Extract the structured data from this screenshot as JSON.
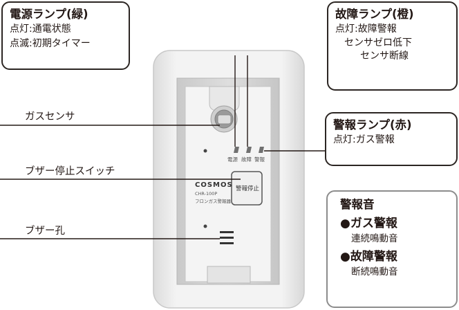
{
  "power_lamp": {
    "title": "電源ランプ(緑)",
    "line1": "点灯:通電状態",
    "line2": "点滅:初期タイマー"
  },
  "fault_lamp": {
    "title": "故障ランプ(橙)",
    "line1": "点灯:故障警報",
    "paren_line1": "センサゼロ低下",
    "paren_line2": "センサ断線"
  },
  "alarm_lamp": {
    "title": "警報ランプ(赤)",
    "line1": "点灯:ガス警報"
  },
  "alarm_sound": {
    "title": "警報音",
    "item1_head": "●ガス警報",
    "item1_desc": "連続鳴動音",
    "item2_head": "●故障警報",
    "item2_desc": "断続鳴動音"
  },
  "labels": {
    "gas_sensor": "ガスセンサ",
    "buzzer_stop": "ブザー停止スイッチ",
    "buzzer_hole": "ブザー孔"
  },
  "device": {
    "lamp_label_power": "電源",
    "lamp_label_fault": "故障",
    "lamp_label_alarm": "警報",
    "brand": "COSMOS",
    "model": "CHR-100P",
    "product_name": "フロンガス警報器",
    "stop_button": "警報停止"
  },
  "colors": {
    "callout_border": "#2b2522",
    "sound_border": "#8c8c8c",
    "plate": "#ededed",
    "panel": "#d6d6d6"
  }
}
